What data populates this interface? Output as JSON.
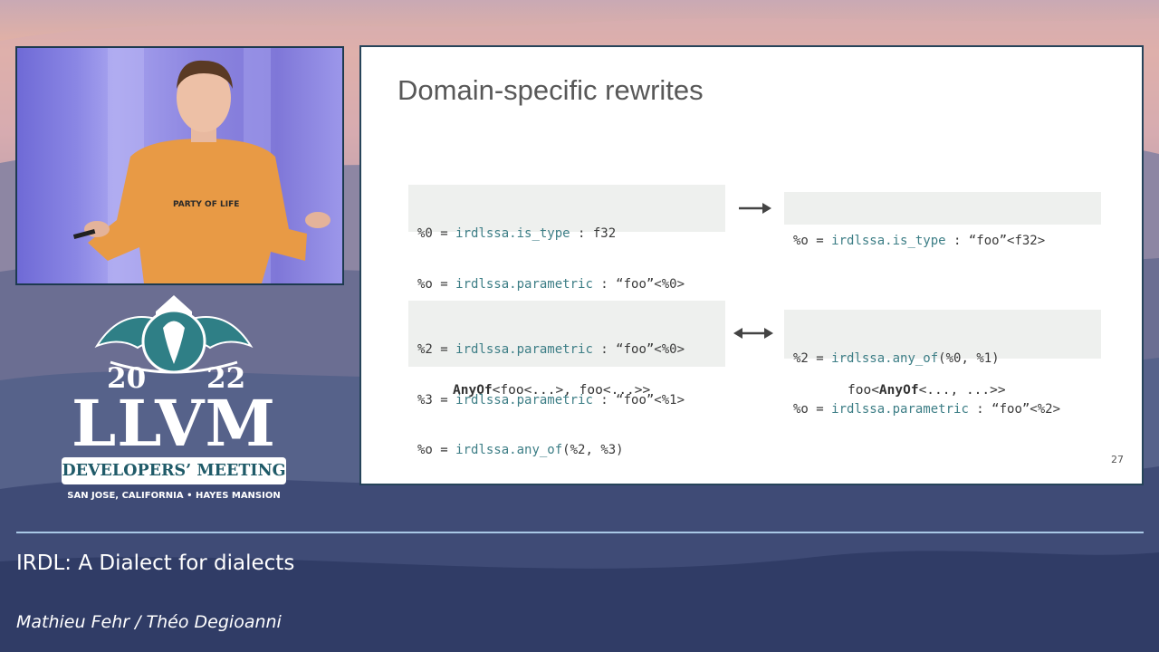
{
  "slide": {
    "title": "Domain-specific rewrites",
    "page_number": "27",
    "rewrite1": {
      "left": [
        {
          "lhs": "%0 = ",
          "op": "irdlssa.is_type",
          "rhs": " : f32"
        },
        {
          "lhs": "%o = ",
          "op": "irdlssa.parametric",
          "rhs": " : “foo”<%0>"
        }
      ],
      "right": [
        {
          "lhs": "%o = ",
          "op": "irdlssa.is_type",
          "rhs": " : “foo”<f32>"
        }
      ]
    },
    "rewrite2": {
      "left": [
        {
          "lhs": "%2 = ",
          "op": "irdlssa.parametric",
          "rhs": " : “foo”<%0>"
        },
        {
          "lhs": "%3 = ",
          "op": "irdlssa.parametric",
          "rhs": " : “foo”<%1>"
        },
        {
          "lhs": "%o = ",
          "op": "irdlssa.any_of",
          "rhs": "(%2, %3)"
        }
      ],
      "right": [
        {
          "lhs": "%2 = ",
          "op": "irdlssa.any_of",
          "rhs": "(%0, %1)"
        },
        {
          "lhs": "%o = ",
          "op": "irdlssa.parametric",
          "rhs": " : “foo”<%2>"
        }
      ],
      "caption_left": {
        "bold": "AnyOf",
        "rest": "<foo<...>, foo<...>>"
      },
      "caption_right": {
        "pre": "foo<",
        "bold": "AnyOf",
        "rest": "<..., ...>>"
      }
    }
  },
  "speaker_video": {
    "shirt_text": "PARTY OF LIFE"
  },
  "logo": {
    "year_left": "20",
    "year_right": "22",
    "name": "LLVM",
    "banner": "DEVELOPERS’ MEETING",
    "location": "SAN JOSE, CALIFORNIA  •  HAYES MANSION"
  },
  "talk": {
    "title": "IRDL: A Dialect for dialects",
    "authors": "Mathieu Fehr / Théo Degioanni"
  },
  "colors": {
    "keyword": "#3d7e86",
    "divider": "#a9c8e6",
    "logo_accent": "#1f5a68"
  }
}
